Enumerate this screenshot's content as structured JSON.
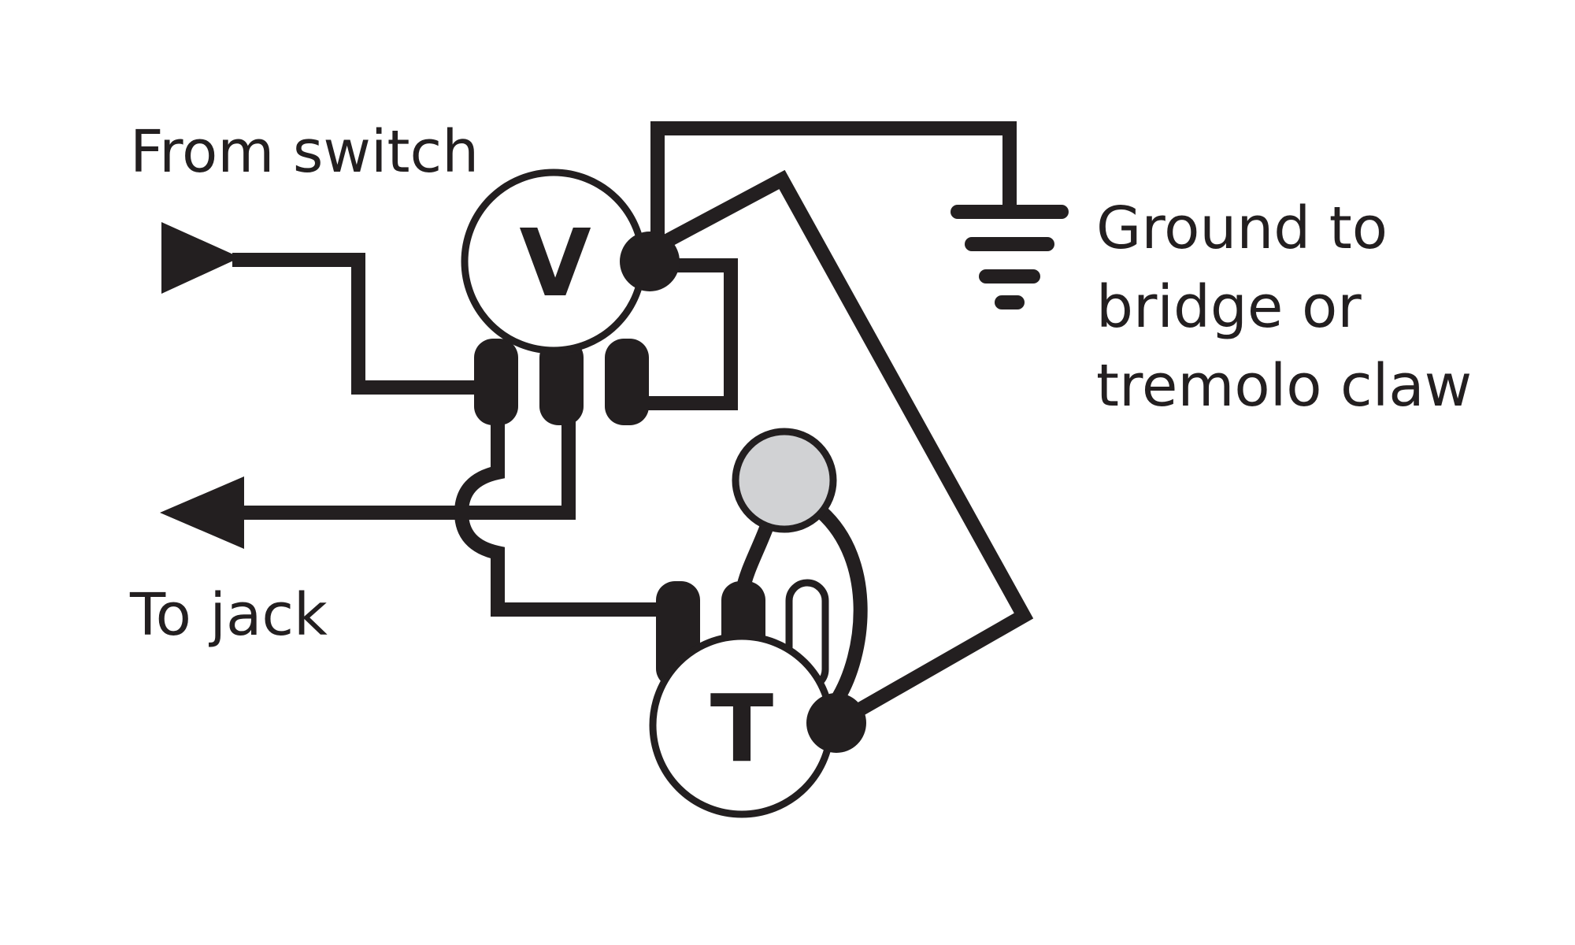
{
  "labels": {
    "from_switch": "From switch",
    "to_jack": "To jack",
    "ground": [
      "Ground to",
      "bridge or",
      "tremolo claw"
    ]
  },
  "pots": {
    "volume": "V",
    "tone": "T"
  },
  "colors": {
    "ink": "#231f20",
    "capacitor": "#d1d2d4",
    "background": "#ffffff"
  }
}
